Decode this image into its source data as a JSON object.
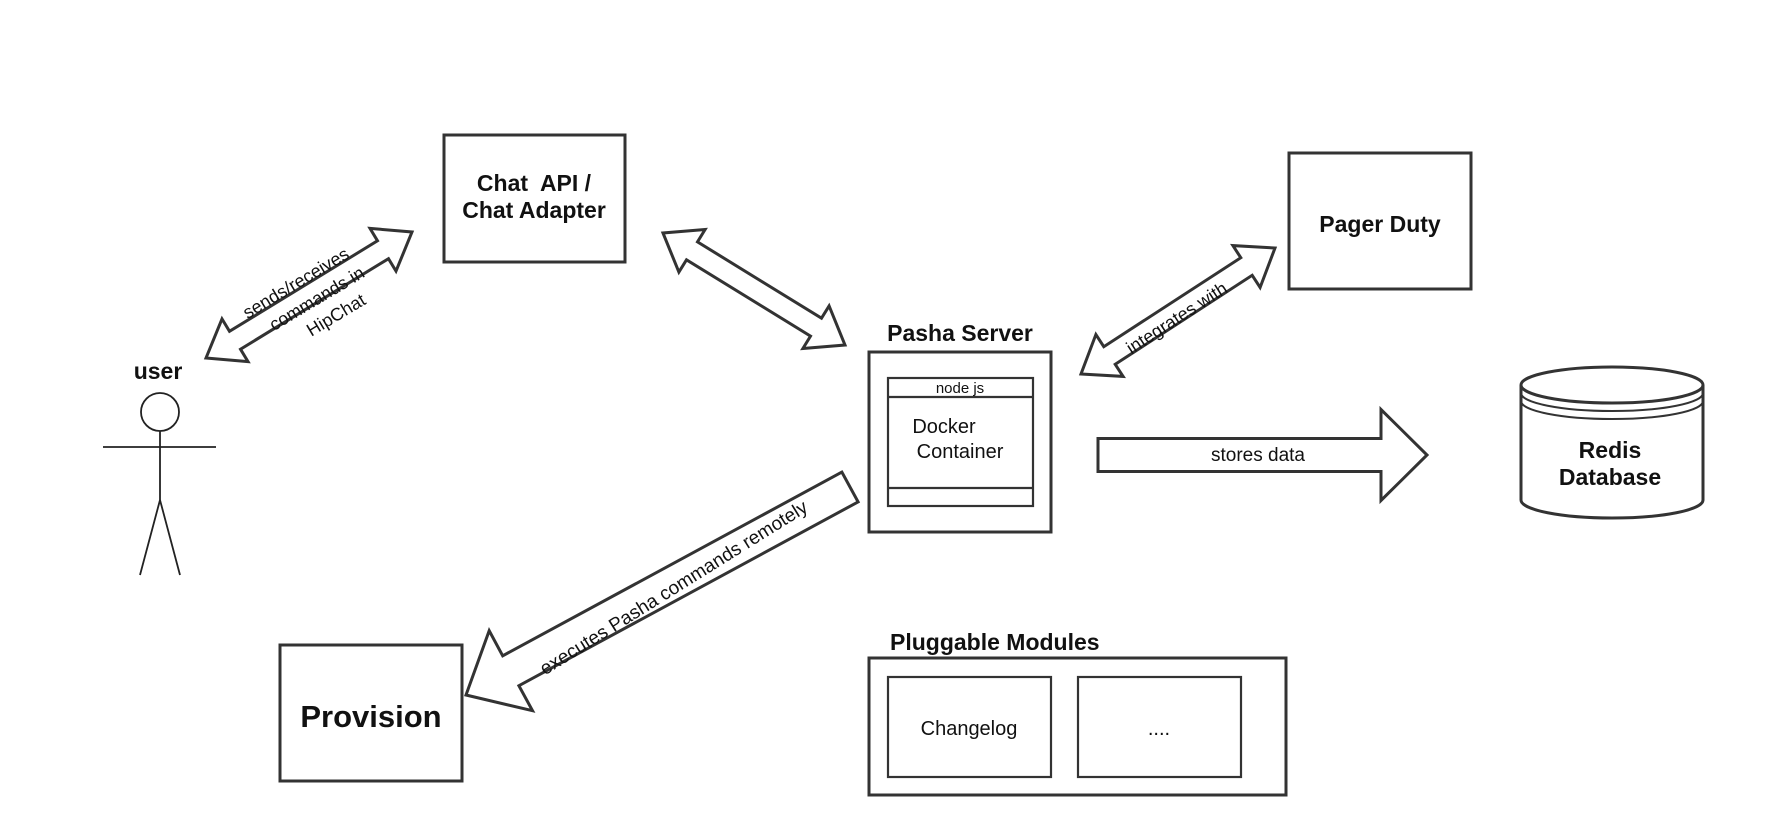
{
  "actor": {
    "label": "user"
  },
  "chat": {
    "line1": "Chat  API /",
    "line2": "Chat Adapter"
  },
  "pager": {
    "label": "Pager Duty"
  },
  "server": {
    "title": "Pasha Server",
    "node": "node js",
    "docker_line1": "Docker",
    "docker_line2": "Container"
  },
  "redis": {
    "line1": "Redis",
    "line2": "Database"
  },
  "provision": {
    "label": "Provision"
  },
  "modules": {
    "title": "Pluggable Modules",
    "items": [
      "Changelog",
      "...."
    ]
  },
  "edges": {
    "user_chat_1": "sends/receives",
    "user_chat_2": "commands in",
    "user_chat_3": "HipChat",
    "server_pager": "integrates with",
    "server_redis": "stores data",
    "server_provision": "executes Pasha commands remotely"
  }
}
